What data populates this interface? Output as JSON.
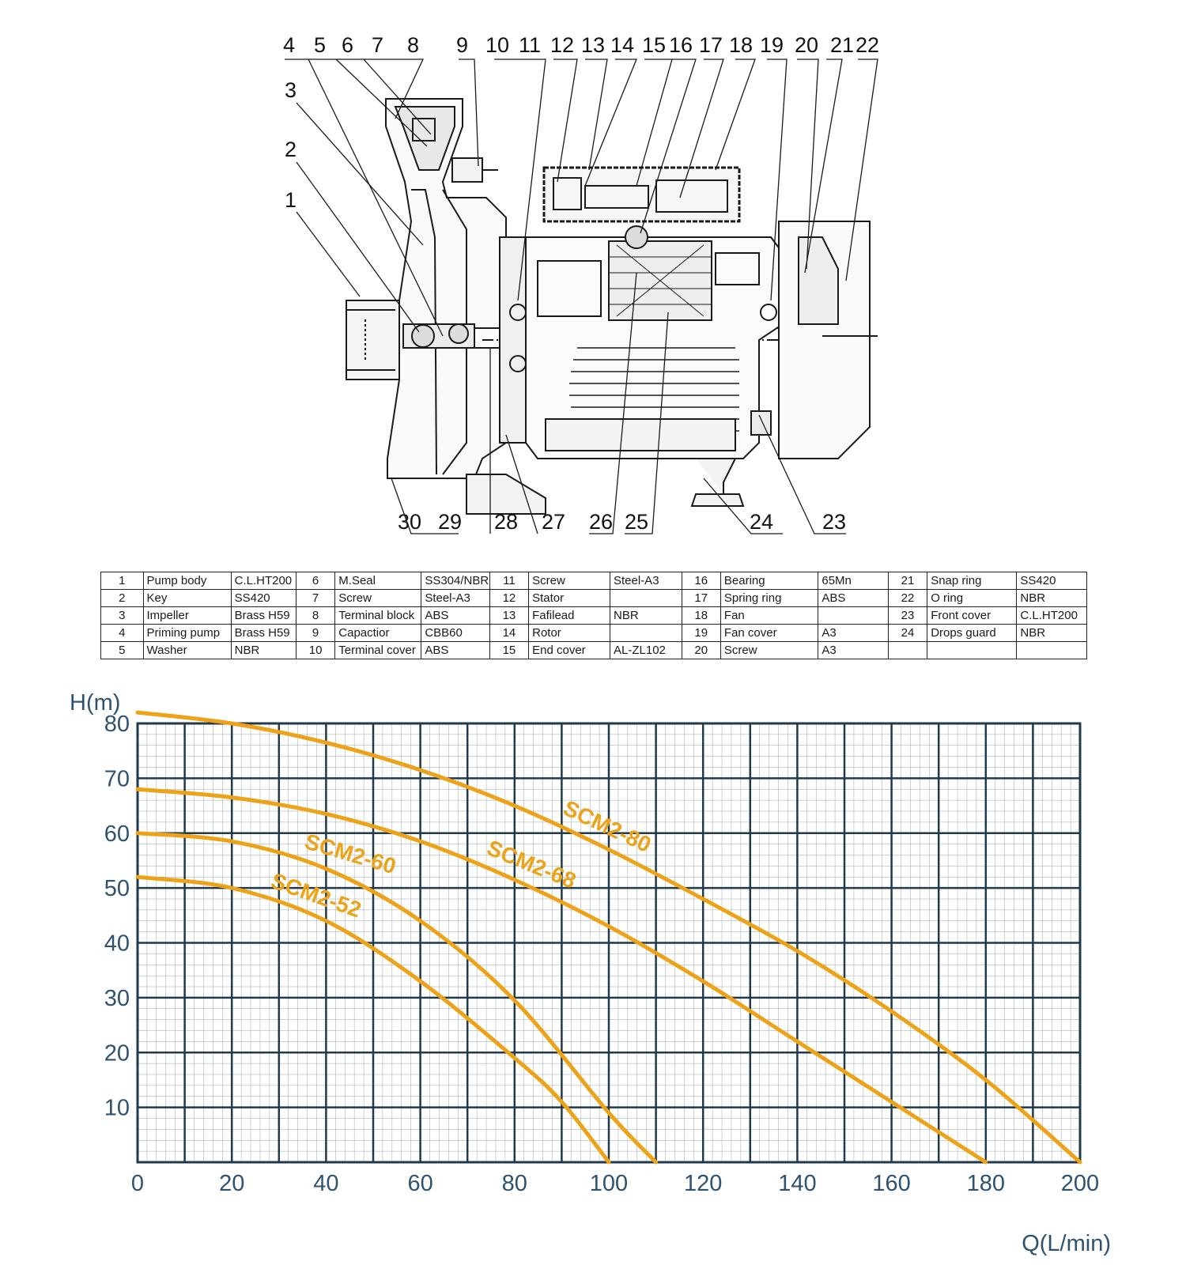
{
  "diagram": {
    "callouts_top": [
      "4",
      "5",
      "6",
      "7",
      "8",
      "9",
      "10",
      "11",
      "12",
      "13",
      "14",
      "15",
      "16",
      "17",
      "18",
      "19",
      "20",
      "21",
      "22"
    ],
    "callouts_left": [
      "3",
      "2",
      "1"
    ],
    "callouts_bottom": [
      "30",
      "29",
      "28",
      "27",
      "26",
      "25",
      "24",
      "23"
    ]
  },
  "parts_table": {
    "rows": [
      [
        [
          "1",
          "Pump body",
          "C.L.HT200"
        ],
        [
          "6",
          "M.Seal",
          "SS304/NBR"
        ],
        [
          "11",
          "Screw",
          "Steel-A3"
        ],
        [
          "16",
          "Bearing",
          "65Mn"
        ],
        [
          "21",
          "Snap ring",
          "SS420"
        ]
      ],
      [
        [
          "2",
          "Key",
          "SS420"
        ],
        [
          "7",
          "Screw",
          "Steel-A3"
        ],
        [
          "12",
          "Stator",
          ""
        ],
        [
          "17",
          "Spring ring",
          "ABS"
        ],
        [
          "22",
          "O ring",
          "NBR"
        ]
      ],
      [
        [
          "3",
          "Impeller",
          "Brass H59"
        ],
        [
          "8",
          "Terminal block",
          "ABS"
        ],
        [
          "13",
          "Fafilead",
          "NBR"
        ],
        [
          "18",
          "Fan",
          ""
        ],
        [
          "23",
          "Front cover",
          "C.L.HT200"
        ]
      ],
      [
        [
          "4",
          "Priming pump",
          "Brass H59"
        ],
        [
          "9",
          "Capactior",
          "CBB60"
        ],
        [
          "14",
          "Rotor",
          ""
        ],
        [
          "19",
          "Fan cover",
          "A3"
        ],
        [
          "24",
          "Drops guard",
          "NBR"
        ]
      ],
      [
        [
          "5",
          "Washer",
          "NBR"
        ],
        [
          "10",
          "Terminal cover",
          "ABS"
        ],
        [
          "15",
          "End cover",
          "AL-ZL102"
        ],
        [
          "20",
          "Screw",
          "A3"
        ],
        [
          "",
          "",
          ""
        ]
      ]
    ]
  },
  "chart_data": {
    "type": "line",
    "xlabel": "Q(L/min)",
    "ylabel": "H(m)",
    "xlim": [
      0,
      200
    ],
    "ylim": [
      0,
      80
    ],
    "xticks": [
      "0",
      "20",
      "40",
      "60",
      "80",
      "100",
      "120",
      "140",
      "160",
      "180",
      "200"
    ],
    "yticks": [
      "10",
      "20",
      "30",
      "40",
      "50",
      "60",
      "70",
      "80"
    ],
    "grid": true,
    "line_color": "#eda218",
    "grid_color": "#1f3a4d",
    "series": [
      {
        "name": "SCM2-80",
        "x": [
          0,
          20,
          40,
          60,
          80,
          100,
          120,
          140,
          160,
          180,
          200
        ],
        "y": [
          82,
          80,
          76.5,
          71.5,
          65,
          57,
          48,
          38.5,
          27.5,
          15,
          0
        ]
      },
      {
        "name": "SCM2-68",
        "x": [
          0,
          20,
          40,
          60,
          80,
          100,
          120,
          140,
          160,
          180
        ],
        "y": [
          68,
          66.5,
          63.5,
          58.5,
          51.5,
          43,
          33,
          22,
          11,
          0
        ]
      },
      {
        "name": "SCM2-60",
        "x": [
          0,
          20,
          40,
          60,
          80,
          100,
          110
        ],
        "y": [
          60,
          58.5,
          53.5,
          44,
          29.5,
          9,
          0
        ]
      },
      {
        "name": "SCM2-52",
        "x": [
          0,
          20,
          40,
          60,
          80,
          90,
          100
        ],
        "y": [
          52,
          50,
          44,
          33,
          19,
          11,
          0
        ]
      }
    ]
  }
}
